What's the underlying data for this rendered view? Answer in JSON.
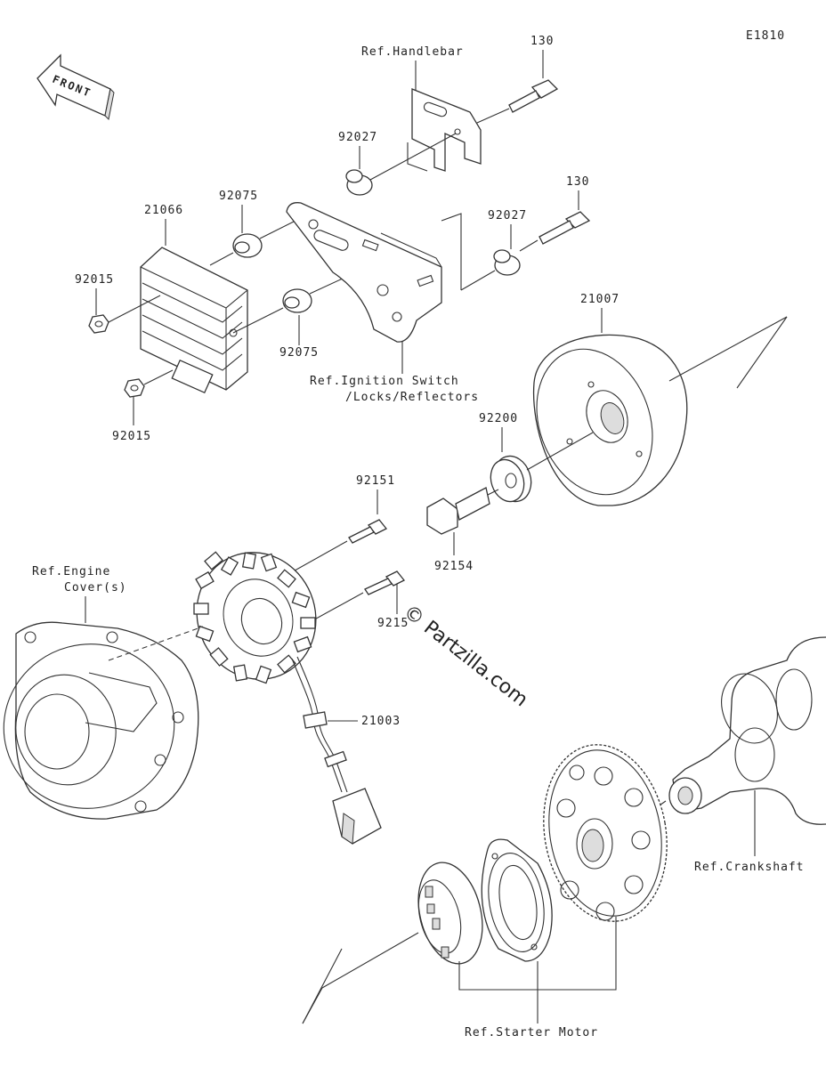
{
  "diagram_code": "E1810",
  "front_label": "FRONT",
  "watermark": "© Partzilla.com",
  "parts": {
    "bolt_130_top": "130",
    "bolt_130_mid": "130",
    "collar_92027_top": "92027",
    "collar_92027_mid": "92027",
    "grommet_92075_top": "92075",
    "grommet_92075_bottom": "92075",
    "regulator_21066": "21066",
    "nut_92015_top": "92015",
    "nut_92015_bottom": "92015",
    "flywheel_21007": "21007",
    "washer_92200": "92200",
    "bolt_92151_top": "92151",
    "bolt_92151_mid": "9215",
    "bolt_92154": "92154",
    "stator_21003": "21003"
  },
  "references": {
    "handlebar": "Ref.Handlebar",
    "ignition_line1": "Ref.Ignition Switch",
    "ignition_line2": "/Locks/Reflectors",
    "engine_cover_line1": "Ref.Engine",
    "engine_cover_line2": "Cover(s)",
    "crankshaft": "Ref.Crankshaft",
    "starter_motor": "Ref.Starter Motor"
  },
  "colors": {
    "ink": "#333333",
    "background": "#ffffff"
  }
}
